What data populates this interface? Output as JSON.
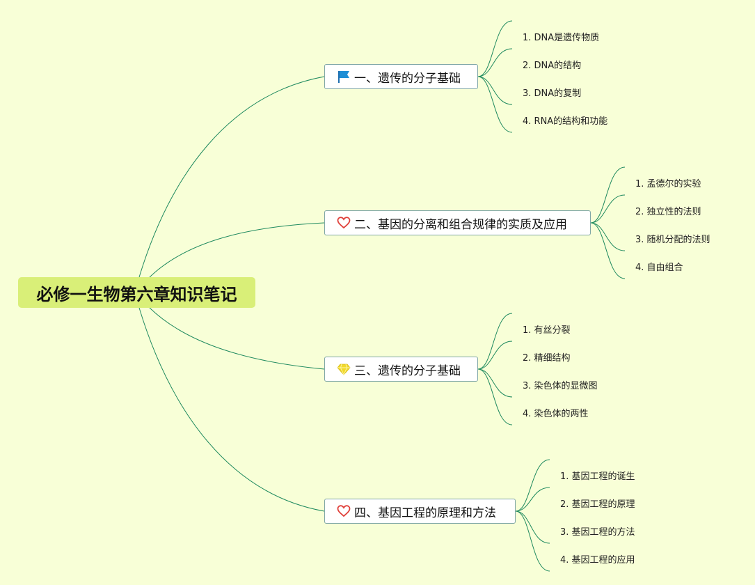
{
  "root": {
    "title": "必修一生物第六章知识笔记"
  },
  "branches": [
    {
      "marker": "flag-icon",
      "label": "一、遗传的分子基础",
      "children": [
        "1. DNA是遗传物质",
        "2. DNA的结构",
        "3. DNA的复制",
        "4. RNA的结构和功能"
      ]
    },
    {
      "marker": "heart-icon",
      "label": "二、基因的分离和组合规律的实质及应用",
      "children": [
        "1. 孟德尔的实验",
        "2. 独立性的法则",
        "3. 随机分配的法则",
        "4. 自由组合"
      ]
    },
    {
      "marker": "diamond-icon",
      "label": "三、遗传的分子基础",
      "children": [
        "1. 有丝分裂",
        "2. 精细结构",
        "3. 染色体的显微图",
        "4. 染色体的两性"
      ]
    },
    {
      "marker": "heart-icon",
      "label": "四、基因工程的原理和方法",
      "children": [
        "1. 基因工程的诞生",
        "2. 基因工程的原理",
        "3. 基因工程的方法",
        "4. 基因工程的应用"
      ]
    }
  ],
  "colors": {
    "background": "#f8ffd7",
    "root_fill": "#d9ef78",
    "connector": "#1e8a5e",
    "flag": "#1f8fd6",
    "heart": "#e0403a",
    "diamond": "#f1d92b"
  }
}
